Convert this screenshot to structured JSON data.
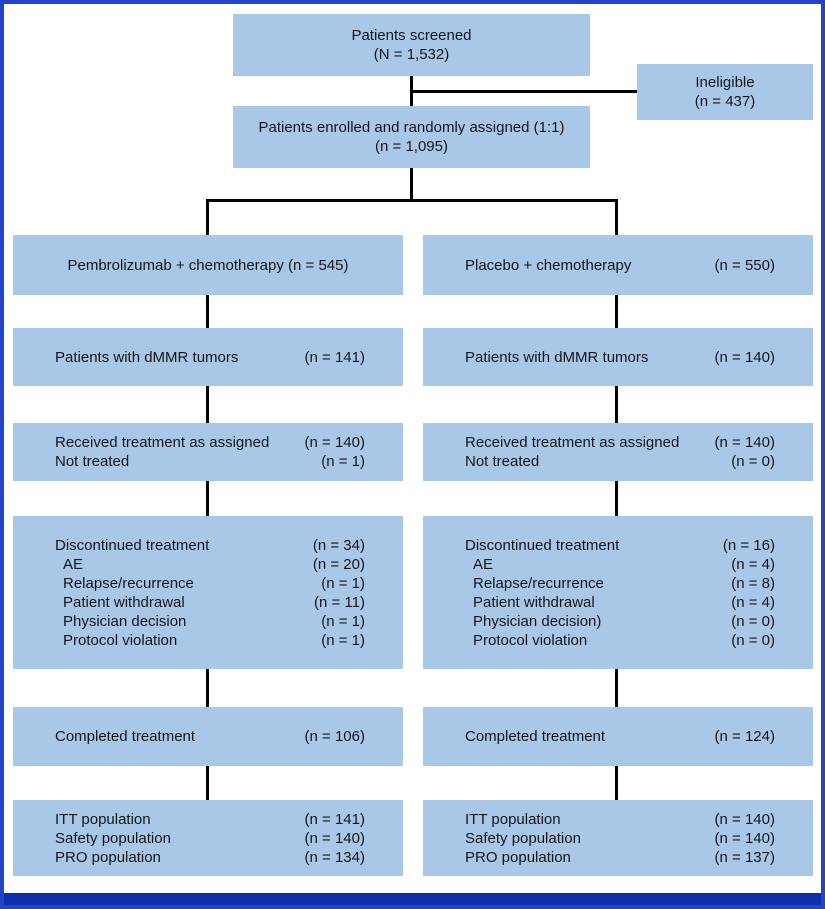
{
  "diagram": {
    "kind": "consort-flow",
    "colors": {
      "frame_border": "#2444c7",
      "bottom_bar": "#0c2fae",
      "box_fill": "#a9c7e6",
      "connector": "#000000",
      "text": "#14161c"
    },
    "screened": {
      "title": "Patients screened",
      "n": "(N = 1,532)"
    },
    "ineligible": {
      "title": "Ineligible",
      "n": "(n = 437)"
    },
    "enrolled": {
      "title": "Patients enrolled and randomly assigned (1:1)",
      "n": "(n = 1,095)"
    },
    "left": {
      "arm": "Pembrolizumab + chemotherapy (n = 545)",
      "dmmr": {
        "rows": [
          {
            "label": "Patients with dMMR tumors",
            "n": "(n = 141)"
          }
        ]
      },
      "treated": {
        "rows": [
          {
            "label": "Received treatment as assigned",
            "n": "(n = 140)"
          },
          {
            "label": "Not treated",
            "n": "(n = 1)"
          }
        ]
      },
      "discontinued": {
        "rows": [
          {
            "label": "Discontinued treatment",
            "n": "(n = 34)"
          },
          {
            "label": "AE",
            "n": "(n = 20)"
          },
          {
            "label": "Relapse/recurrence",
            "n": "(n = 1)"
          },
          {
            "label": "Patient withdrawal",
            "n": "(n = 11)"
          },
          {
            "label": "Physician decision",
            "n": "(n = 1)"
          },
          {
            "label": "Protocol violation",
            "n": "(n = 1)"
          }
        ]
      },
      "completed": {
        "rows": [
          {
            "label": "Completed treatment",
            "n": "(n = 106)"
          }
        ]
      },
      "populations": {
        "rows": [
          {
            "label": "ITT population",
            "n": "(n = 141)"
          },
          {
            "label": "Safety population",
            "n": "(n = 140)"
          },
          {
            "label": "PRO population",
            "n": "(n = 134)"
          }
        ]
      }
    },
    "right": {
      "arm": {
        "label": "Placebo + chemotherapy",
        "n": "(n = 550)"
      },
      "dmmr": {
        "rows": [
          {
            "label": "Patients with dMMR tumors",
            "n": "(n = 140)"
          }
        ]
      },
      "treated": {
        "rows": [
          {
            "label": "Received treatment as assigned",
            "n": "(n = 140)"
          },
          {
            "label": "Not treated",
            "n": "(n = 0)"
          }
        ]
      },
      "discontinued": {
        "rows": [
          {
            "label": "Discontinued treatment",
            "n": "(n = 16)"
          },
          {
            "label": "AE",
            "n": "(n = 4)"
          },
          {
            "label": "Relapse/recurrence",
            "n": "(n = 8)"
          },
          {
            "label": "Patient withdrawal",
            "n": "(n = 4)"
          },
          {
            "label": "Physician decision)",
            "n": "(n = 0)"
          },
          {
            "label": "Protocol violation",
            "n": "(n = 0)"
          }
        ]
      },
      "completed": {
        "rows": [
          {
            "label": "Completed treatment",
            "n": "(n = 124)"
          }
        ]
      },
      "populations": {
        "rows": [
          {
            "label": "ITT population",
            "n": "(n = 140)"
          },
          {
            "label": "Safety population",
            "n": "(n = 140)"
          },
          {
            "label": "PRO population",
            "n": "(n = 137)"
          }
        ]
      }
    }
  }
}
